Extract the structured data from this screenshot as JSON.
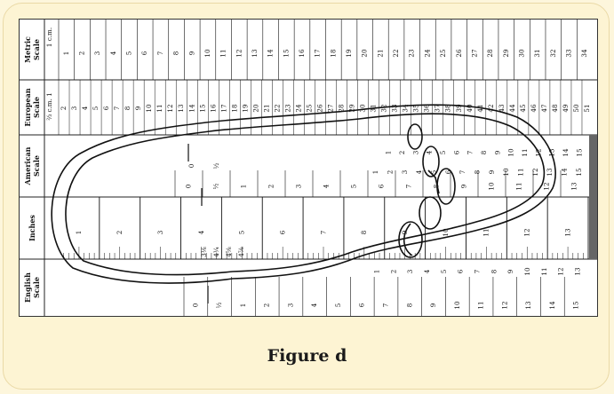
{
  "figure": {
    "caption": "Figure d"
  },
  "bands": {
    "metric": {
      "title_line1": "Metric",
      "title_line2": "Scale",
      "unit_note": "1 c.m."
    },
    "european": {
      "title_line1": "European",
      "title_line2": "Scale",
      "unit_note": "⅔ c.m. 1"
    },
    "american": {
      "title_line1": "American",
      "title_line2": "Scale"
    },
    "inches": {
      "title_line1": "Inches"
    },
    "english": {
      "title_line1": "English",
      "title_line2": "Scale"
    }
  },
  "scales": {
    "metric": [
      "1",
      "2",
      "3",
      "4",
      "5",
      "6",
      "7",
      "8",
      "9",
      "10",
      "11",
      "12",
      "13",
      "14",
      "15",
      "16",
      "17",
      "18",
      "19",
      "20",
      "21",
      "22",
      "23",
      "24",
      "25",
      "26",
      "27",
      "28",
      "29",
      "30",
      "31",
      "32",
      "33",
      "34"
    ],
    "european": [
      "2",
      "3",
      "4",
      "5",
      "6",
      "7",
      "8",
      "9",
      "10",
      "11",
      "12",
      "13",
      "14",
      "15",
      "16",
      "17",
      "18",
      "19",
      "20",
      "21",
      "22",
      "23",
      "24",
      "25",
      "26",
      "27",
      "28",
      "29",
      "30",
      "31",
      "32",
      "33",
      "34",
      "35",
      "36",
      "37",
      "38",
      "39",
      "40",
      "41",
      "42",
      "43",
      "44",
      "45",
      "46",
      "47",
      "48",
      "49",
      "50",
      "51"
    ],
    "american_upper": [
      "1",
      "2",
      "3",
      "4",
      "5",
      "6",
      "7",
      "8",
      "9",
      "10",
      "11",
      "12",
      "13",
      "14",
      "15"
    ],
    "american_lower": [
      "0",
      "½",
      "1",
      "2",
      "3",
      "4",
      "5",
      "6",
      "7",
      "8",
      "9",
      "10",
      "11",
      "12",
      "13"
    ],
    "american_lower_bottom": [
      "1",
      "2",
      "3",
      "4",
      "5",
      "6",
      "7",
      "8",
      "9",
      "10",
      "11",
      "12",
      "13",
      "14",
      "15"
    ],
    "inches_major": [
      "1",
      "2",
      "3",
      "4",
      "5",
      "6",
      "7",
      "8",
      "9",
      "10",
      "11",
      "12",
      "13"
    ],
    "inches_fractions": [
      "3⅛",
      "4¼",
      "4⅝",
      "4⅞"
    ],
    "english_upper": [
      "1",
      "2",
      "3",
      "4",
      "5",
      "6",
      "7",
      "8",
      "9",
      "10",
      "11",
      "12",
      "13"
    ],
    "english_lower": [
      "0",
      "½",
      "1",
      "2",
      "3",
      "4",
      "5",
      "6",
      "7",
      "8",
      "9",
      "10",
      "11",
      "12",
      "13",
      "14",
      "15"
    ],
    "american_mid": [
      "0",
      "½"
    ]
  },
  "colors": {
    "shade": "#666666",
    "ink": "#111111"
  }
}
